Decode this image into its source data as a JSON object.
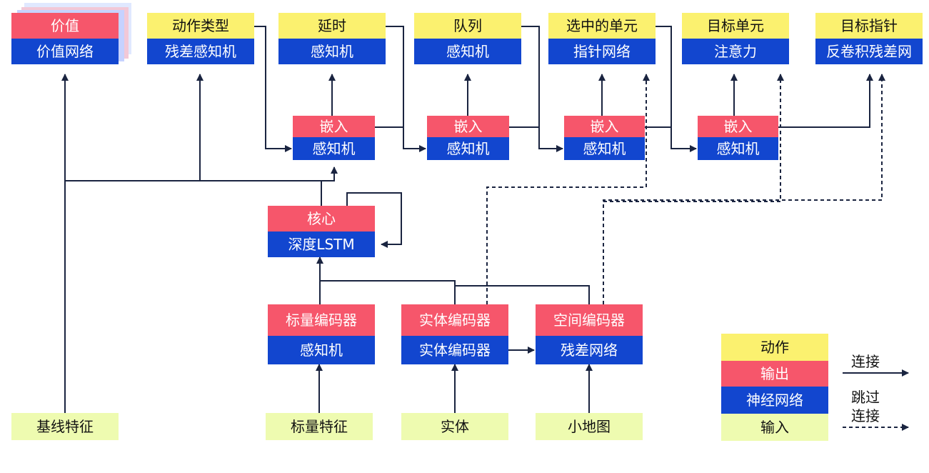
{
  "colors": {
    "action": "#fbf16f",
    "output": "#f6566b",
    "network": "#1246cf",
    "input": "#eefbb0",
    "line": "#1a2440"
  },
  "nodes": {
    "value": {
      "output": "价值",
      "network": "价值网络"
    },
    "action_type": {
      "action": "动作类型",
      "network": "残差感知机"
    },
    "delay": {
      "action": "延时",
      "network": "感知机"
    },
    "queue": {
      "action": "队列",
      "network": "感知机"
    },
    "selected_units": {
      "action": "选中的单元",
      "network": "指针网络"
    },
    "target_unit": {
      "action": "目标单元",
      "network": "注意力"
    },
    "target_pointer": {
      "action": "目标指针",
      "network": "反卷积残差网"
    },
    "embed_1": {
      "output": "嵌入",
      "network": "感知机"
    },
    "embed_2": {
      "output": "嵌入",
      "network": "感知机"
    },
    "embed_3": {
      "output": "嵌入",
      "network": "感知机"
    },
    "embed_4": {
      "output": "嵌入",
      "network": "感知机"
    },
    "core": {
      "output": "核心",
      "network": "深度LSTM"
    },
    "scalar_encoder": {
      "output": "标量编码器",
      "network": "感知机"
    },
    "entity_encoder": {
      "output": "实体编码器",
      "network": "实体编码器"
    },
    "spatial_encoder": {
      "output": "空间编码器",
      "network": "残差网络"
    }
  },
  "inputs": {
    "baseline": "基线特征",
    "scalar": "标量特征",
    "entity": "实体",
    "minimap": "小地图"
  },
  "legend": {
    "action": "动作",
    "output": "输出",
    "network": "神经网络",
    "input": "输入",
    "connect": "连接",
    "skip_line1": "跳过",
    "skip_line2": "连接"
  }
}
